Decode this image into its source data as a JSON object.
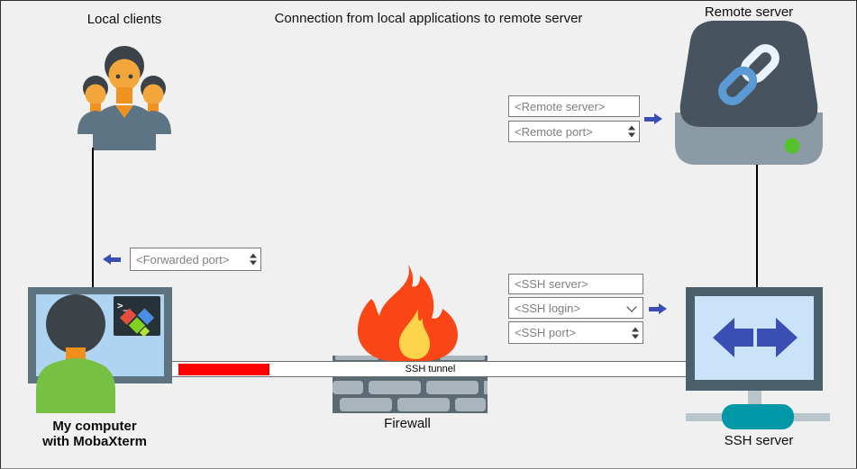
{
  "title": "Connection from local applications to remote server",
  "nodes": {
    "local_clients": {
      "label": "Local clients",
      "icon": "users-icon"
    },
    "remote_server": {
      "label": "Remote server",
      "icon": "server-chain-link-icon",
      "status_led": "green"
    },
    "my_computer": {
      "label_line1": "My computer",
      "label_line2": "with MobaXterm",
      "icon": "computer-mobaxterm-icon"
    },
    "firewall": {
      "label": "Firewall",
      "icon": "firewall-flame-icon"
    },
    "ssh_server": {
      "label": "SSH server",
      "icon": "monitor-arrows-icon"
    }
  },
  "tunnel": {
    "label": "SSH tunnel"
  },
  "fields": {
    "remote_server": {
      "placeholder": "<Remote server>",
      "type": "text"
    },
    "remote_port": {
      "placeholder": "<Remote port>",
      "type": "spinner"
    },
    "forwarded_port": {
      "placeholder": "<Forwarded port>",
      "type": "spinner"
    },
    "ssh_server": {
      "placeholder": "<SSH server>",
      "type": "text"
    },
    "ssh_login": {
      "placeholder": "<SSH login>",
      "type": "dropdown"
    },
    "ssh_port": {
      "placeholder": "<SSH port>",
      "type": "spinner"
    }
  },
  "colors": {
    "background": "#F0F0F0",
    "arrow_blue": "#3B4EB4",
    "tunnel_red": "#FE0000",
    "flame_outer": "#FA4616",
    "flame_inner": "#FCD34A",
    "wall_dark": "#5C6B73",
    "brick_light": "#A9B4BC",
    "teal_device": "#0098A6",
    "led_green": "#55C22C",
    "chain_blue": "#5B9BD5",
    "slate_dark": "#47545F",
    "slate_band": "#8A9BA6",
    "screen_blue": "#AFD4F2",
    "shirt_green": "#76C043",
    "skin_orange": "#F2A63B"
  }
}
